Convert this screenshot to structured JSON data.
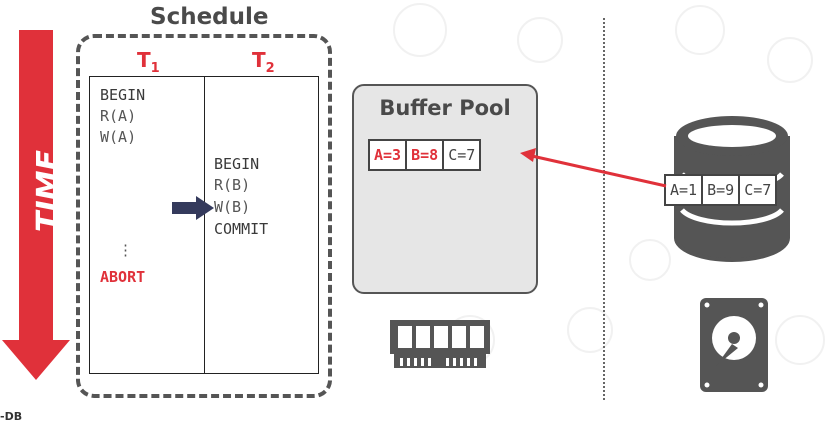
{
  "schedule_title": "Schedule",
  "time_label": "TIME",
  "transactions": [
    {
      "name": "T",
      "sub": "1"
    },
    {
      "name": "T",
      "sub": "2"
    }
  ],
  "t1_ops": [
    "BEGIN",
    "R(A)",
    "W(A)",
    "⋮",
    "ABORT"
  ],
  "t2_ops": [
    "BEGIN",
    "R(B)",
    "W(B)",
    "COMMIT"
  ],
  "buffer_pool": {
    "title": "Buffer Pool",
    "cells": [
      "A=3",
      "B=8",
      "C=7"
    ]
  },
  "disk": {
    "cells": [
      "A=1",
      "B=9",
      "C=7"
    ]
  },
  "footer": "-DB",
  "colors": {
    "accent": "#e0313a",
    "navy": "#343a5c",
    "gray": "#555555"
  },
  "icons": [
    "time-arrow-icon",
    "ram-chip-icon",
    "database-icon",
    "hard-drive-icon",
    "current-step-arrow-icon"
  ]
}
